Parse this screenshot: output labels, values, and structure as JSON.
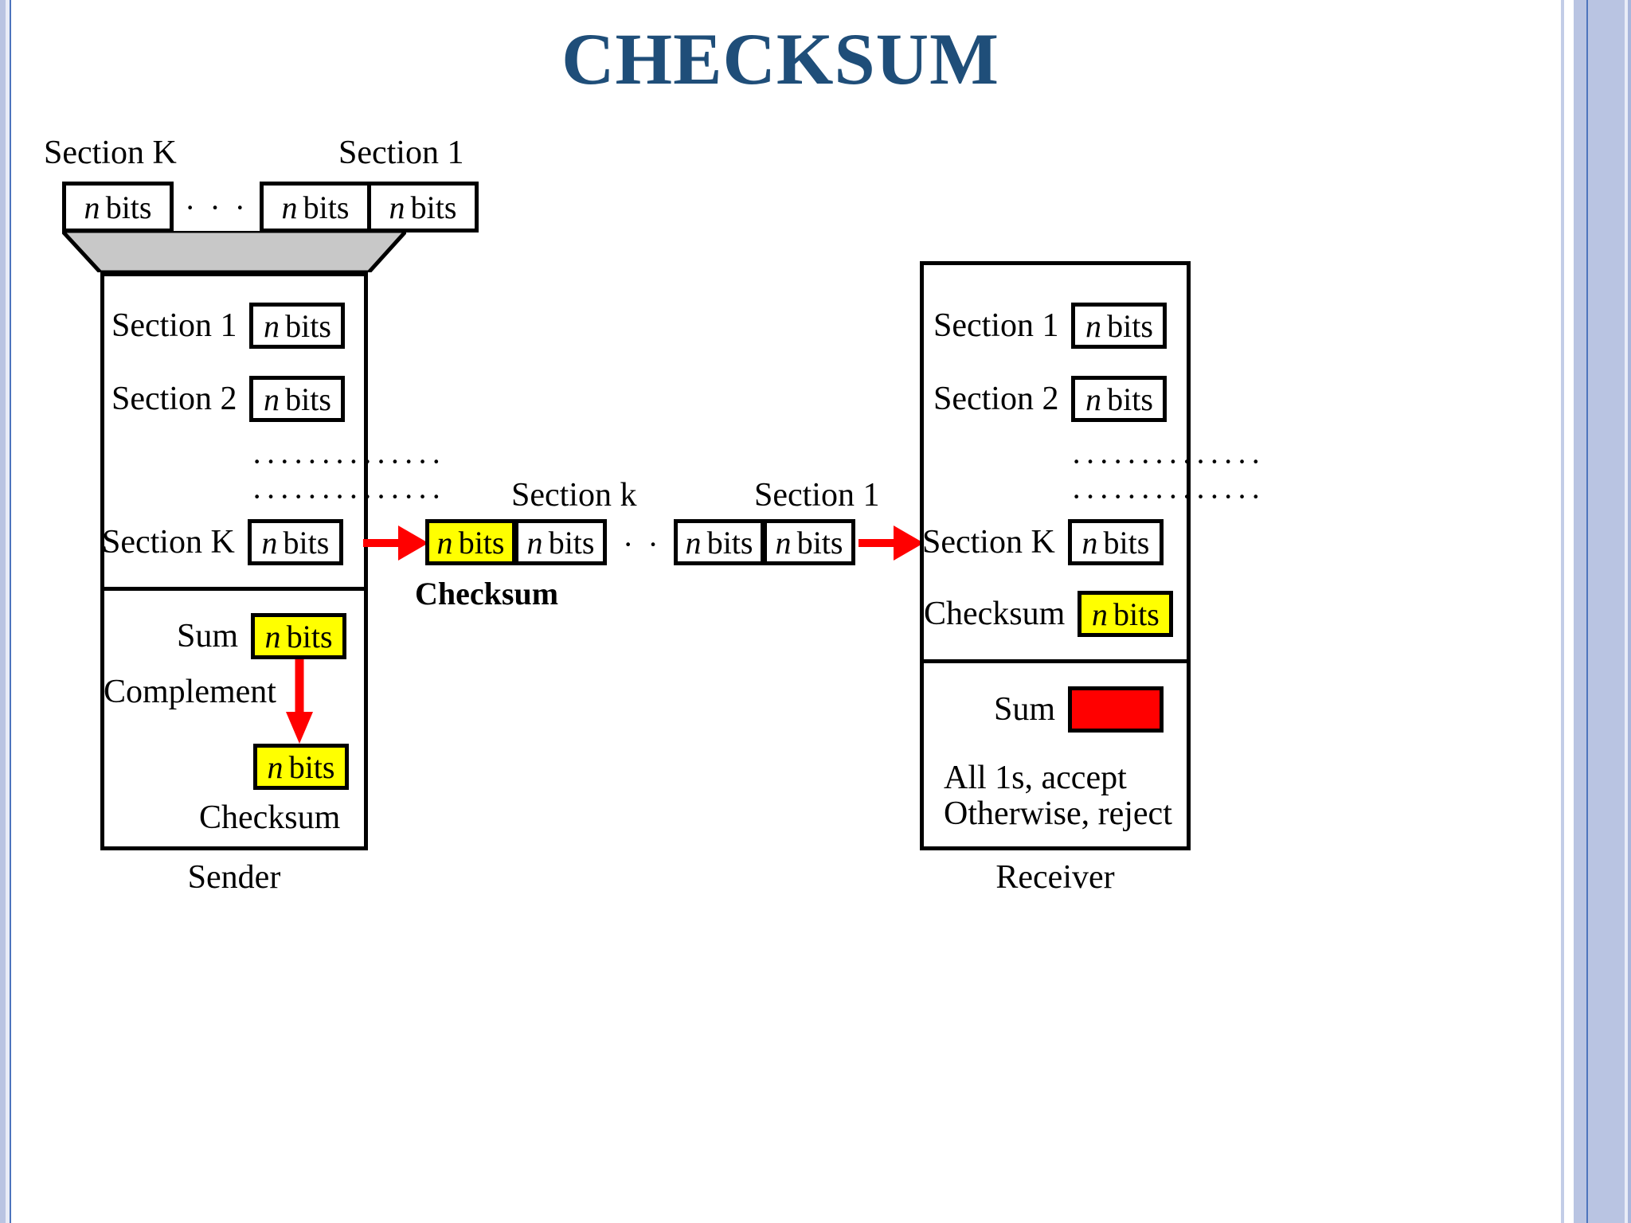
{
  "slide": {
    "title": "CHECKSUM",
    "title_color": "#1f4e79"
  },
  "colors": {
    "highlight_yellow": "#ffff00",
    "error_red": "#ff0000",
    "funnel_gray": "#c8c8c8",
    "arrow_red": "#ff0000",
    "outline_black": "#000000",
    "frame_blue": "#b9c4e2"
  },
  "glyphs": {
    "n": "n",
    "bits": "bits",
    "ellipsis": "· · ·",
    "dotted_line": "··············"
  },
  "top_strip": {
    "label_left": "Section K",
    "label_right": "Section 1",
    "cells": [
      "n bits",
      "n bits",
      "n bits"
    ],
    "ellipsis": "· · ·"
  },
  "sender": {
    "caption": "Sender",
    "rows": [
      {
        "label": "Section 1",
        "value": "n bits",
        "highlight": "none"
      },
      {
        "label": "Section 2",
        "value": "n bits",
        "highlight": "none"
      },
      {
        "label": "Section K",
        "value": "n bits",
        "highlight": "none"
      }
    ],
    "dotted_rows": 2,
    "sum": {
      "label": "Sum",
      "value": "n bits",
      "highlight": "yellow"
    },
    "complement": {
      "label": "Complement"
    },
    "checksum": {
      "label": "Checksum",
      "value": "n bits",
      "highlight": "yellow"
    }
  },
  "transmission": {
    "left_frame": {
      "label": "Section k",
      "cells": [
        {
          "value": "n bits",
          "highlight": "yellow"
        },
        {
          "value": "n bits",
          "highlight": "none"
        }
      ],
      "caption": "Checksum"
    },
    "middle_ellipsis": "· · ·",
    "right_frame": {
      "label": "Section 1",
      "cells": [
        {
          "value": "n bits",
          "highlight": "none"
        },
        {
          "value": "n bits",
          "highlight": "none"
        }
      ]
    }
  },
  "receiver": {
    "caption": "Receiver",
    "rows": [
      {
        "label": "Section 1",
        "value": "n bits",
        "highlight": "none"
      },
      {
        "label": "Section 2",
        "value": "n bits",
        "highlight": "none"
      },
      {
        "label": "Section K",
        "value": "n bits",
        "highlight": "none"
      },
      {
        "label": "Checksum",
        "value": "n bits",
        "highlight": "yellow"
      }
    ],
    "dotted_rows": 2,
    "sum": {
      "label": "Sum",
      "value": "",
      "highlight": "red"
    },
    "verdict_line_1": "All 1s, accept",
    "verdict_line_2": "Otherwise, reject"
  }
}
